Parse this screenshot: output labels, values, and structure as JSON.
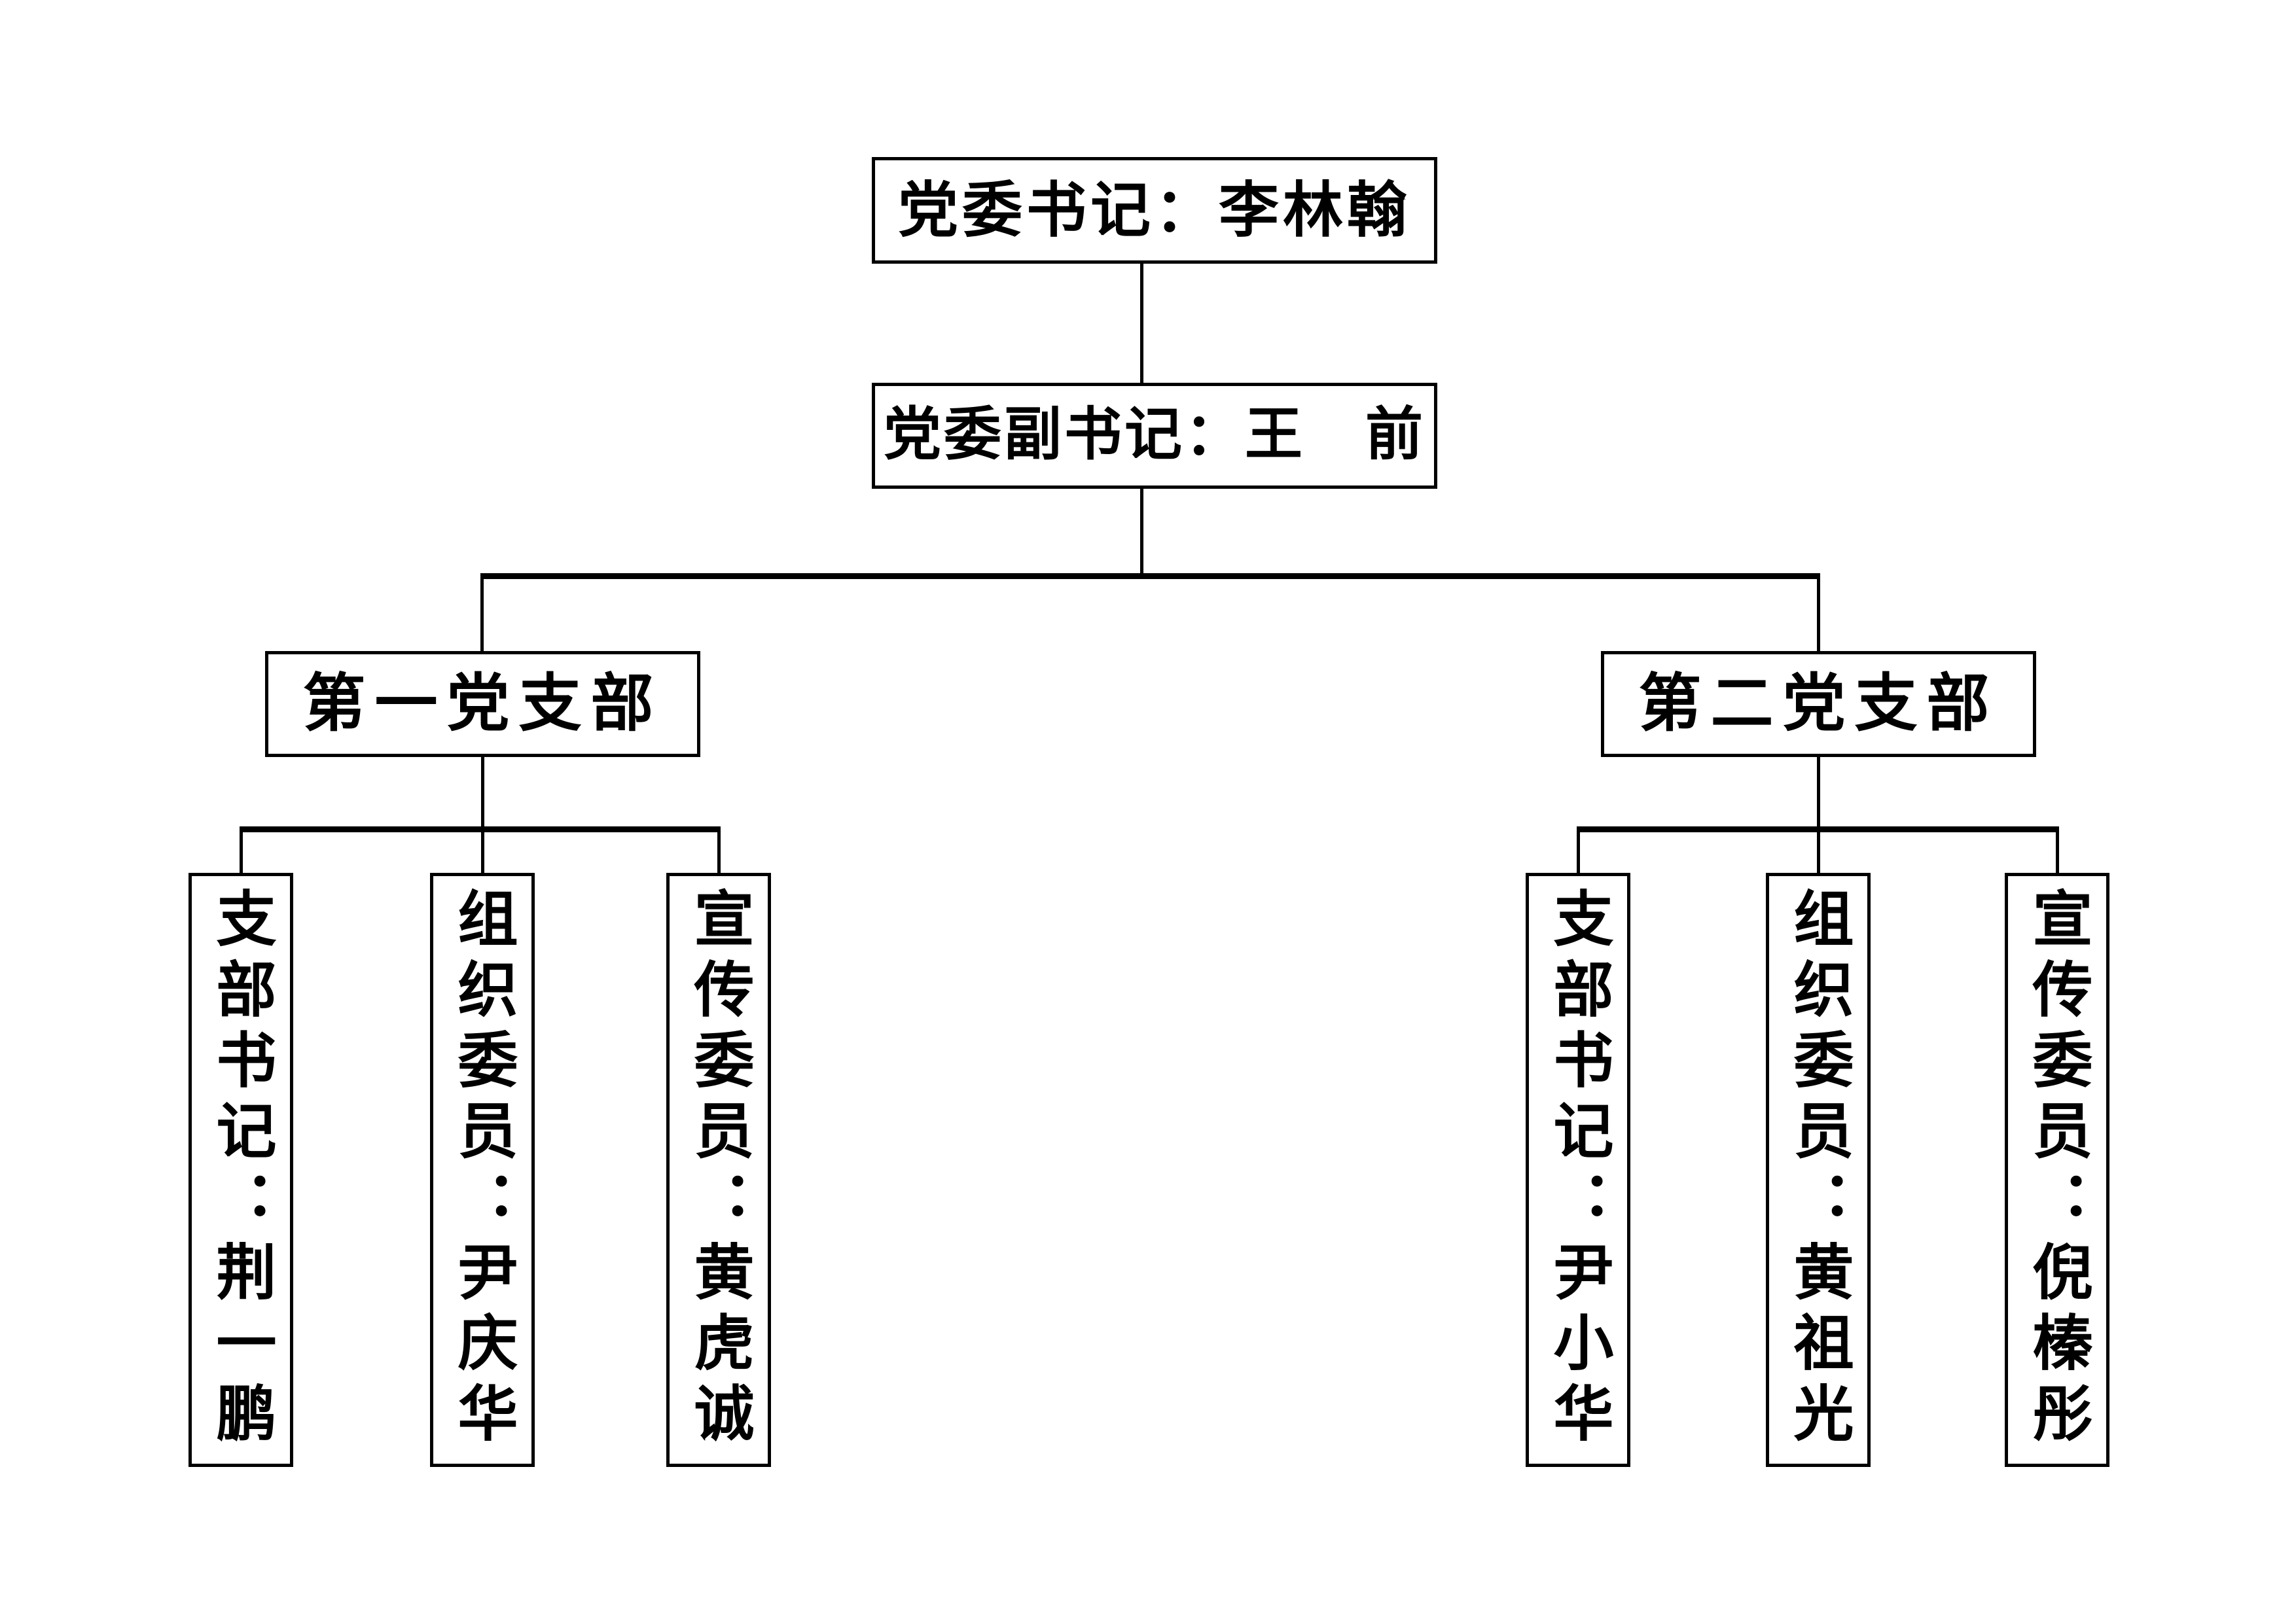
{
  "org_chart": {
    "background_color": "#ffffff",
    "line_color": "#000000",
    "text_color": "#000000",
    "secretary": {
      "label": "党委书记：李林翰"
    },
    "deputy_secretary": {
      "label": "党委副书记：王　前"
    },
    "branches": [
      {
        "label": "第一党支部",
        "members": [
          {
            "label": "支部书记：荆一鹏"
          },
          {
            "label": "组织委员：尹庆华"
          },
          {
            "label": "宣传委员：黄虎诚"
          }
        ]
      },
      {
        "label": "第二党支部",
        "members": [
          {
            "label": "支部书记：尹小华"
          },
          {
            "label": "组织委员：黄祖光"
          },
          {
            "label": "宣传委员：倪榛彤"
          }
        ]
      }
    ]
  }
}
